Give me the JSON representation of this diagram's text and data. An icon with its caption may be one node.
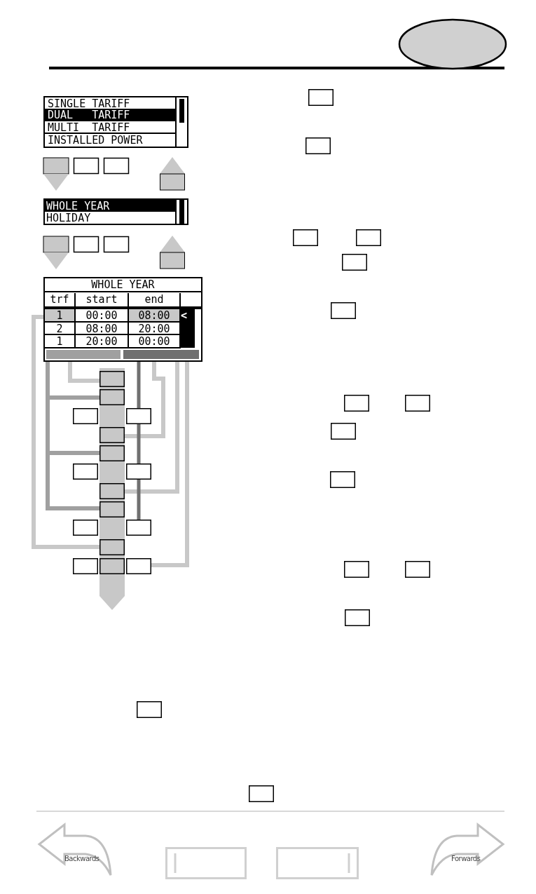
{
  "diagram": {
    "labels": [
      "SINGLE TARIFF",
      "DUAL   TARIFF",
      "MULTI  TARIFF",
      "INSTALLED POWER",
      "WHOLE YEAR",
      "HOLIDAY",
      "WHOLE YEAR",
      "trf",
      "start",
      "end",
      "1",
      "00:00",
      "08:00",
      "<",
      "2",
      "08:00",
      "20:00",
      "1",
      "20:00",
      "00:00",
      "Backwards",
      "Forwards"
    ]
  }
}
